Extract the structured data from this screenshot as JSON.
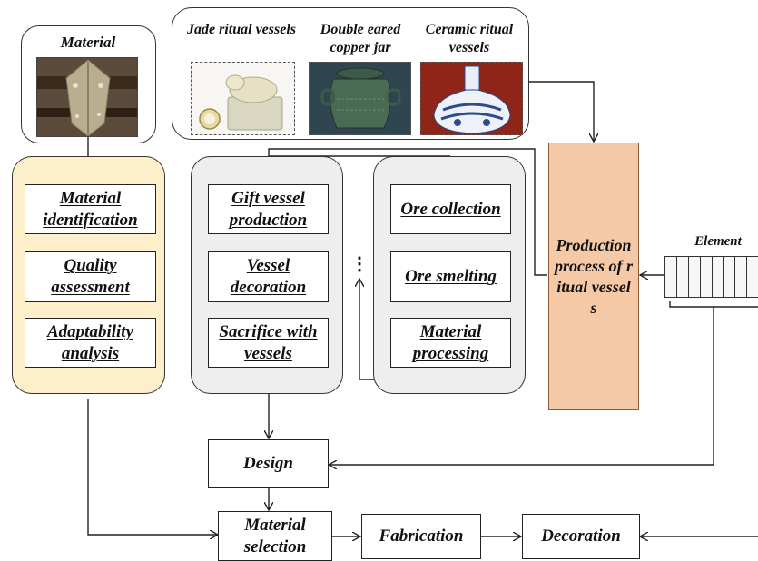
{
  "material": {
    "title": "Material",
    "image_icon": "metal-plate-image"
  },
  "vessels": [
    {
      "label": "Jade ritual vessels",
      "image_icon": "jade-vessel-image"
    },
    {
      "label": "Double eared copper jar",
      "image_icon": "copper-jar-image"
    },
    {
      "label": "Ceramic ritual vessels",
      "image_icon": "ceramic-vase-image"
    }
  ],
  "material_group": {
    "steps": [
      "Material identification",
      "Quality assessment",
      "Adaptability analysis"
    ]
  },
  "vessel_group": {
    "steps": [
      "Gift vessel production",
      "Vessel decoration",
      "Sacrifice with vessels"
    ]
  },
  "ore_group": {
    "steps": [
      "Ore collection",
      "Ore smelting",
      "Material processing"
    ]
  },
  "ellipsis": "⋮",
  "production_box": "Production process of ritual vessels",
  "element": {
    "label": "Element",
    "cell_count": 8
  },
  "design": "Design",
  "material_selection": "Material selection",
  "fabrication": "Fabrication",
  "decoration": "Decoration",
  "colors": {
    "material_group_bg": "#fcefc9",
    "process_group_bg": "#eeeeee",
    "production_bg": "#f5c9a5",
    "production_border": "#8a5a38"
  }
}
